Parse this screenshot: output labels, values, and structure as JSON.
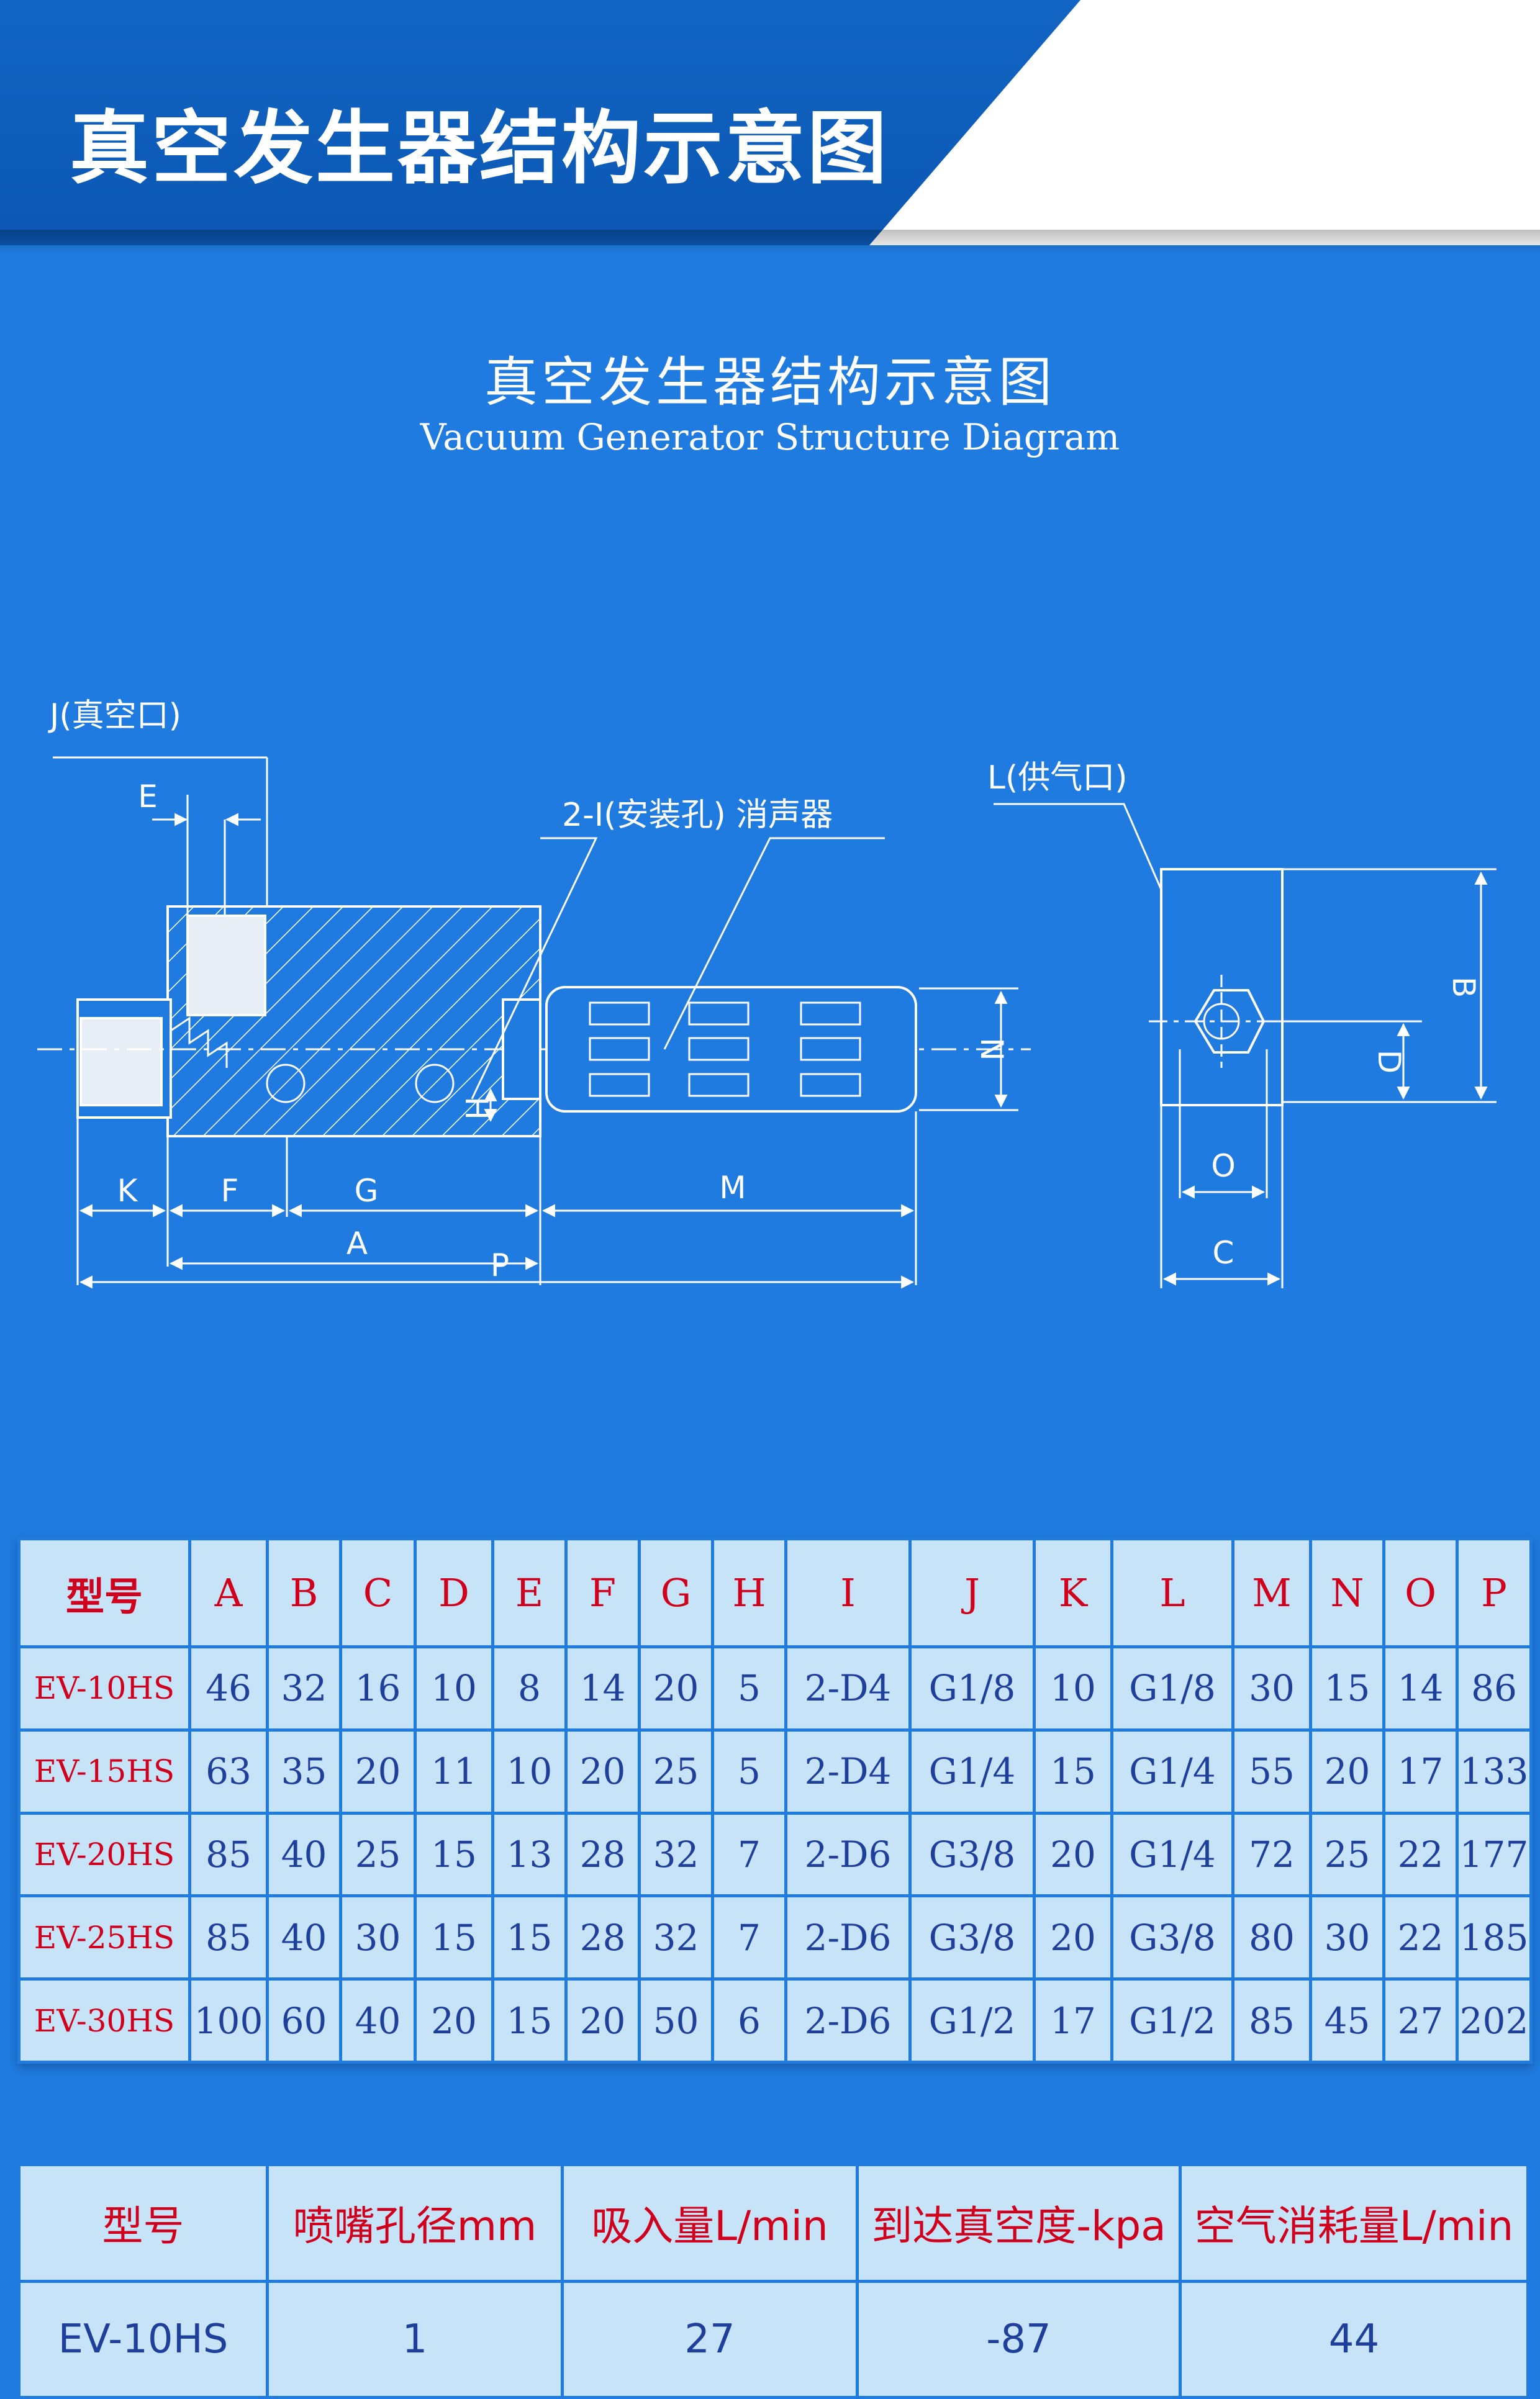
{
  "banner": {
    "title": "真空发生器结构示意图"
  },
  "diagram": {
    "title": "真空发生器结构示意图",
    "subtitle": "Vacuum Generator Structure Diagram",
    "labels": {
      "vacuum_port": "J(真空口)",
      "mount_silencer": "2-I(安装孔) 消声器",
      "supply_port": "L(供气口)",
      "dims": [
        "E",
        "K",
        "F",
        "G",
        "A",
        "P",
        "M",
        "N",
        "H",
        "B",
        "D",
        "O",
        "C"
      ]
    }
  },
  "spec_table": {
    "headers": [
      "型号",
      "A",
      "B",
      "C",
      "D",
      "E",
      "F",
      "G",
      "H",
      "I",
      "J",
      "K",
      "L",
      "M",
      "N",
      "O",
      "P"
    ],
    "rows": [
      [
        "EV-10HS",
        "46",
        "32",
        "16",
        "10",
        "8",
        "14",
        "20",
        "5",
        "2-D4",
        "G1/8",
        "10",
        "G1/8",
        "30",
        "15",
        "14",
        "86"
      ],
      [
        "EV-15HS",
        "63",
        "35",
        "20",
        "11",
        "10",
        "20",
        "25",
        "5",
        "2-D4",
        "G1/4",
        "15",
        "G1/4",
        "55",
        "20",
        "17",
        "133"
      ],
      [
        "EV-20HS",
        "85",
        "40",
        "25",
        "15",
        "13",
        "28",
        "32",
        "7",
        "2-D6",
        "G3/8",
        "20",
        "G1/4",
        "72",
        "25",
        "22",
        "177"
      ],
      [
        "EV-25HS",
        "85",
        "40",
        "30",
        "15",
        "15",
        "28",
        "32",
        "7",
        "2-D6",
        "G3/8",
        "20",
        "G3/8",
        "80",
        "30",
        "22",
        "185"
      ],
      [
        "EV-30HS",
        "100",
        "60",
        "40",
        "20",
        "15",
        "20",
        "50",
        "6",
        "2-D6",
        "G1/2",
        "17",
        "G1/2",
        "85",
        "45",
        "27",
        "202"
      ]
    ]
  },
  "perf_table": {
    "headers": [
      "型号",
      "喷嘴孔径mm",
      "吸入量L/min",
      "到达真空度-kpa",
      "空气消耗量L/min"
    ],
    "rows": [
      [
        "EV-10HS",
        "1",
        "27",
        "-87",
        "44"
      ]
    ]
  },
  "colors": {
    "background": "#1f7be0",
    "banner": "#0b57b3",
    "cell": "#c7e3f8",
    "header_text": "#d0001c",
    "cell_text": "#1e3f9a"
  }
}
